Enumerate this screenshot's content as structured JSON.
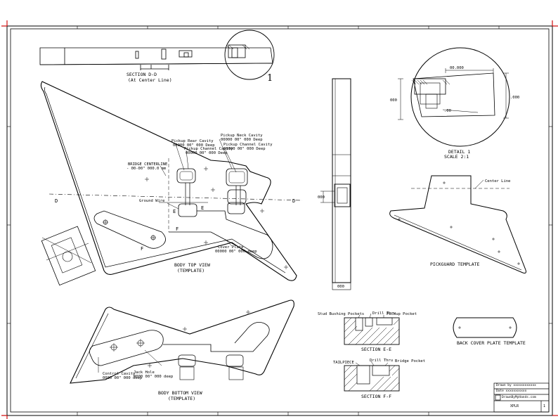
{
  "sheet": {
    "border_color": "#000000",
    "corner_mark_color": "#d01010",
    "paper_color": "#ffffff"
  },
  "views": {
    "section_d": {
      "title": "SECTION D-D",
      "subtitle": "(At Center Line)",
      "callout_number": "1"
    },
    "body_top": {
      "title": "BODY TOP VIEW",
      "subtitle": "(TEMPLATE)"
    },
    "body_bottom": {
      "title": "BODY BOTTOM VIEW",
      "subtitle": "(TEMPLATE)"
    },
    "detail": {
      "title": "DETAIL 1",
      "subtitle": "SCALE 2:1"
    },
    "pickguard": {
      "title": "PICKGUARD TEMPLATE"
    },
    "back_cover": {
      "title": "BACK COVER PLATE TEMPLATE"
    },
    "section_e": {
      "title": "SECTION E-E"
    },
    "section_f": {
      "title": "SECTION F-F"
    }
  },
  "callouts": {
    "bridge_line": "BRIDGE CENTERLINE",
    "bridge_sub": "- 00-00\" 000.0 mm",
    "pickup_cavity_1": "Pickup Rear Cavity",
    "pickup_cavity_1_sub": "00000 00\" 000 Deep",
    "pickup_channel": "Pickup Channel Cavity",
    "pickup_channel_sub": "00000 00\" 000 Deep",
    "pickup_cavity_2": "Pickup Neck Cavity",
    "pickup_cavity_2_sub": "00000 00\" 000 Deep",
    "pickup_channel_2": "Pickup Channel Cavity",
    "pickup_channel_2_sub": "00000 00\" 000 Deep",
    "ground_wire": "Ground Wire",
    "cover_cavity": "Cover Plate",
    "cover_cavity_sub": "00000 00\" 000 deep",
    "control_cavity": "Control Cavity",
    "control_cavity_sub": "0000 00\" 000 deep",
    "jack_cavity": "Jack Hole",
    "jack_cavity_sub": "0000 00\" 000 deep",
    "center_line": "Center Line",
    "stud_bushing": "Stud Bushing Pockets",
    "drill_thru": "Drill Thru",
    "pickup_pocket": "Pickup Pocket",
    "drill_thru_2": "Drill Thru",
    "tailpiece": "TAILPIECE",
    "bridge_pocket": "Bridge Pocket"
  },
  "markers": {
    "d_left": "D",
    "d_right": "D",
    "e1": "E",
    "e2": "E",
    "f1": "F",
    "f2": "F"
  },
  "dims": {
    "detail_top": "00.000",
    "detail_left": "000",
    "detail_right": ".000",
    "detail_small": ".00",
    "neck_bottom": "000",
    "neck_side": "000"
  },
  "title_block": {
    "row1": "Drawn by xxxxxxxxxxxx",
    "row2": "Date xxxxxxxxxxx",
    "row3": "DrawnByMyHands.com",
    "row4": "XPLR",
    "sheet_no": "1"
  }
}
